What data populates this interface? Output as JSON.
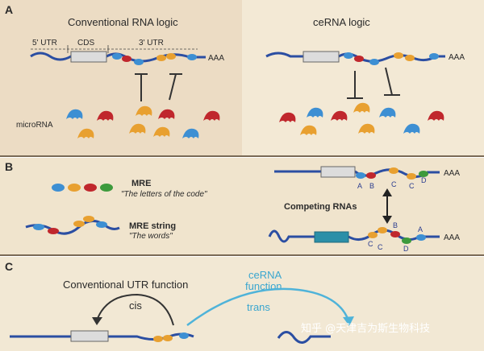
{
  "panels": {
    "a": {
      "letter": "A",
      "left_title": "Conventional RNA logic",
      "right_title": "ceRNA logic",
      "utr5": "5' UTR",
      "cds": "CDS",
      "utr3": "3' UTR",
      "polyA": "AAA",
      "microrna_label": "microRNA"
    },
    "b": {
      "letter": "B",
      "mre_title": "MRE",
      "mre_caption": "\"The letters of the code\"",
      "string_title": "MRE string",
      "string_caption": "\"The words\"",
      "competing": "Competing RNAs",
      "site_letters_top": [
        "A",
        "B",
        "C",
        "C",
        "D"
      ],
      "site_letters_bottom": [
        "C",
        "C",
        "B",
        "D",
        "A"
      ],
      "polyA": "AAA"
    },
    "c": {
      "letter": "C",
      "conv_utr": "Conventional UTR function",
      "cis": "cis",
      "cerna_function": [
        "ceRNA",
        "function"
      ],
      "trans": "trans"
    }
  },
  "watermark": "知乎 @天津吉为斯生物科技",
  "colors": {
    "panel_a_left": "#ecdcc4",
    "panel_a_right": "#f3e9d5",
    "panel_b": "#f0e4cd",
    "panel_c": "#f2e8d4",
    "mrna": "#2b4ea2",
    "cds_box": "#dcdcdc",
    "mre_blue": "#3d8fd3",
    "mre_orange": "#e8a030",
    "mre_red": "#c0272d",
    "mre_green": "#3d9a3c",
    "cerna_arc": "#4fb3d9",
    "cds_teal": "#2b8fa8"
  },
  "icons": [
    "mirna-blob",
    "inhibition-bar",
    "double-arrow",
    "curved-arrow"
  ]
}
